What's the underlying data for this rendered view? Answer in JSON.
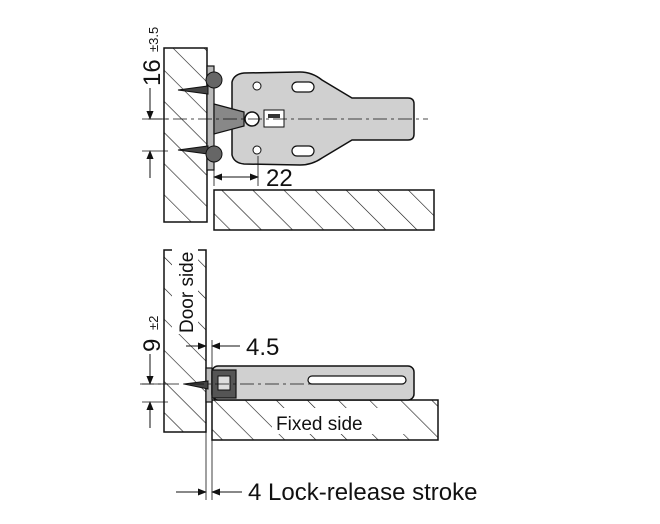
{
  "top_view": {
    "dim_vertical_main": "16",
    "dim_vertical_tol": "±3.5",
    "dim_horizontal": "22"
  },
  "bottom_view": {
    "dim_vertical_main": "9",
    "dim_vertical_tol": "±2",
    "dim_offset": "4.5",
    "door_side_label": "Door side",
    "fixed_side_label": "Fixed side",
    "stroke_label": "4 Lock-release stroke"
  },
  "colors": {
    "line": "#111111",
    "part_fill": "#d0d0d0",
    "dark_part": "#555555"
  }
}
